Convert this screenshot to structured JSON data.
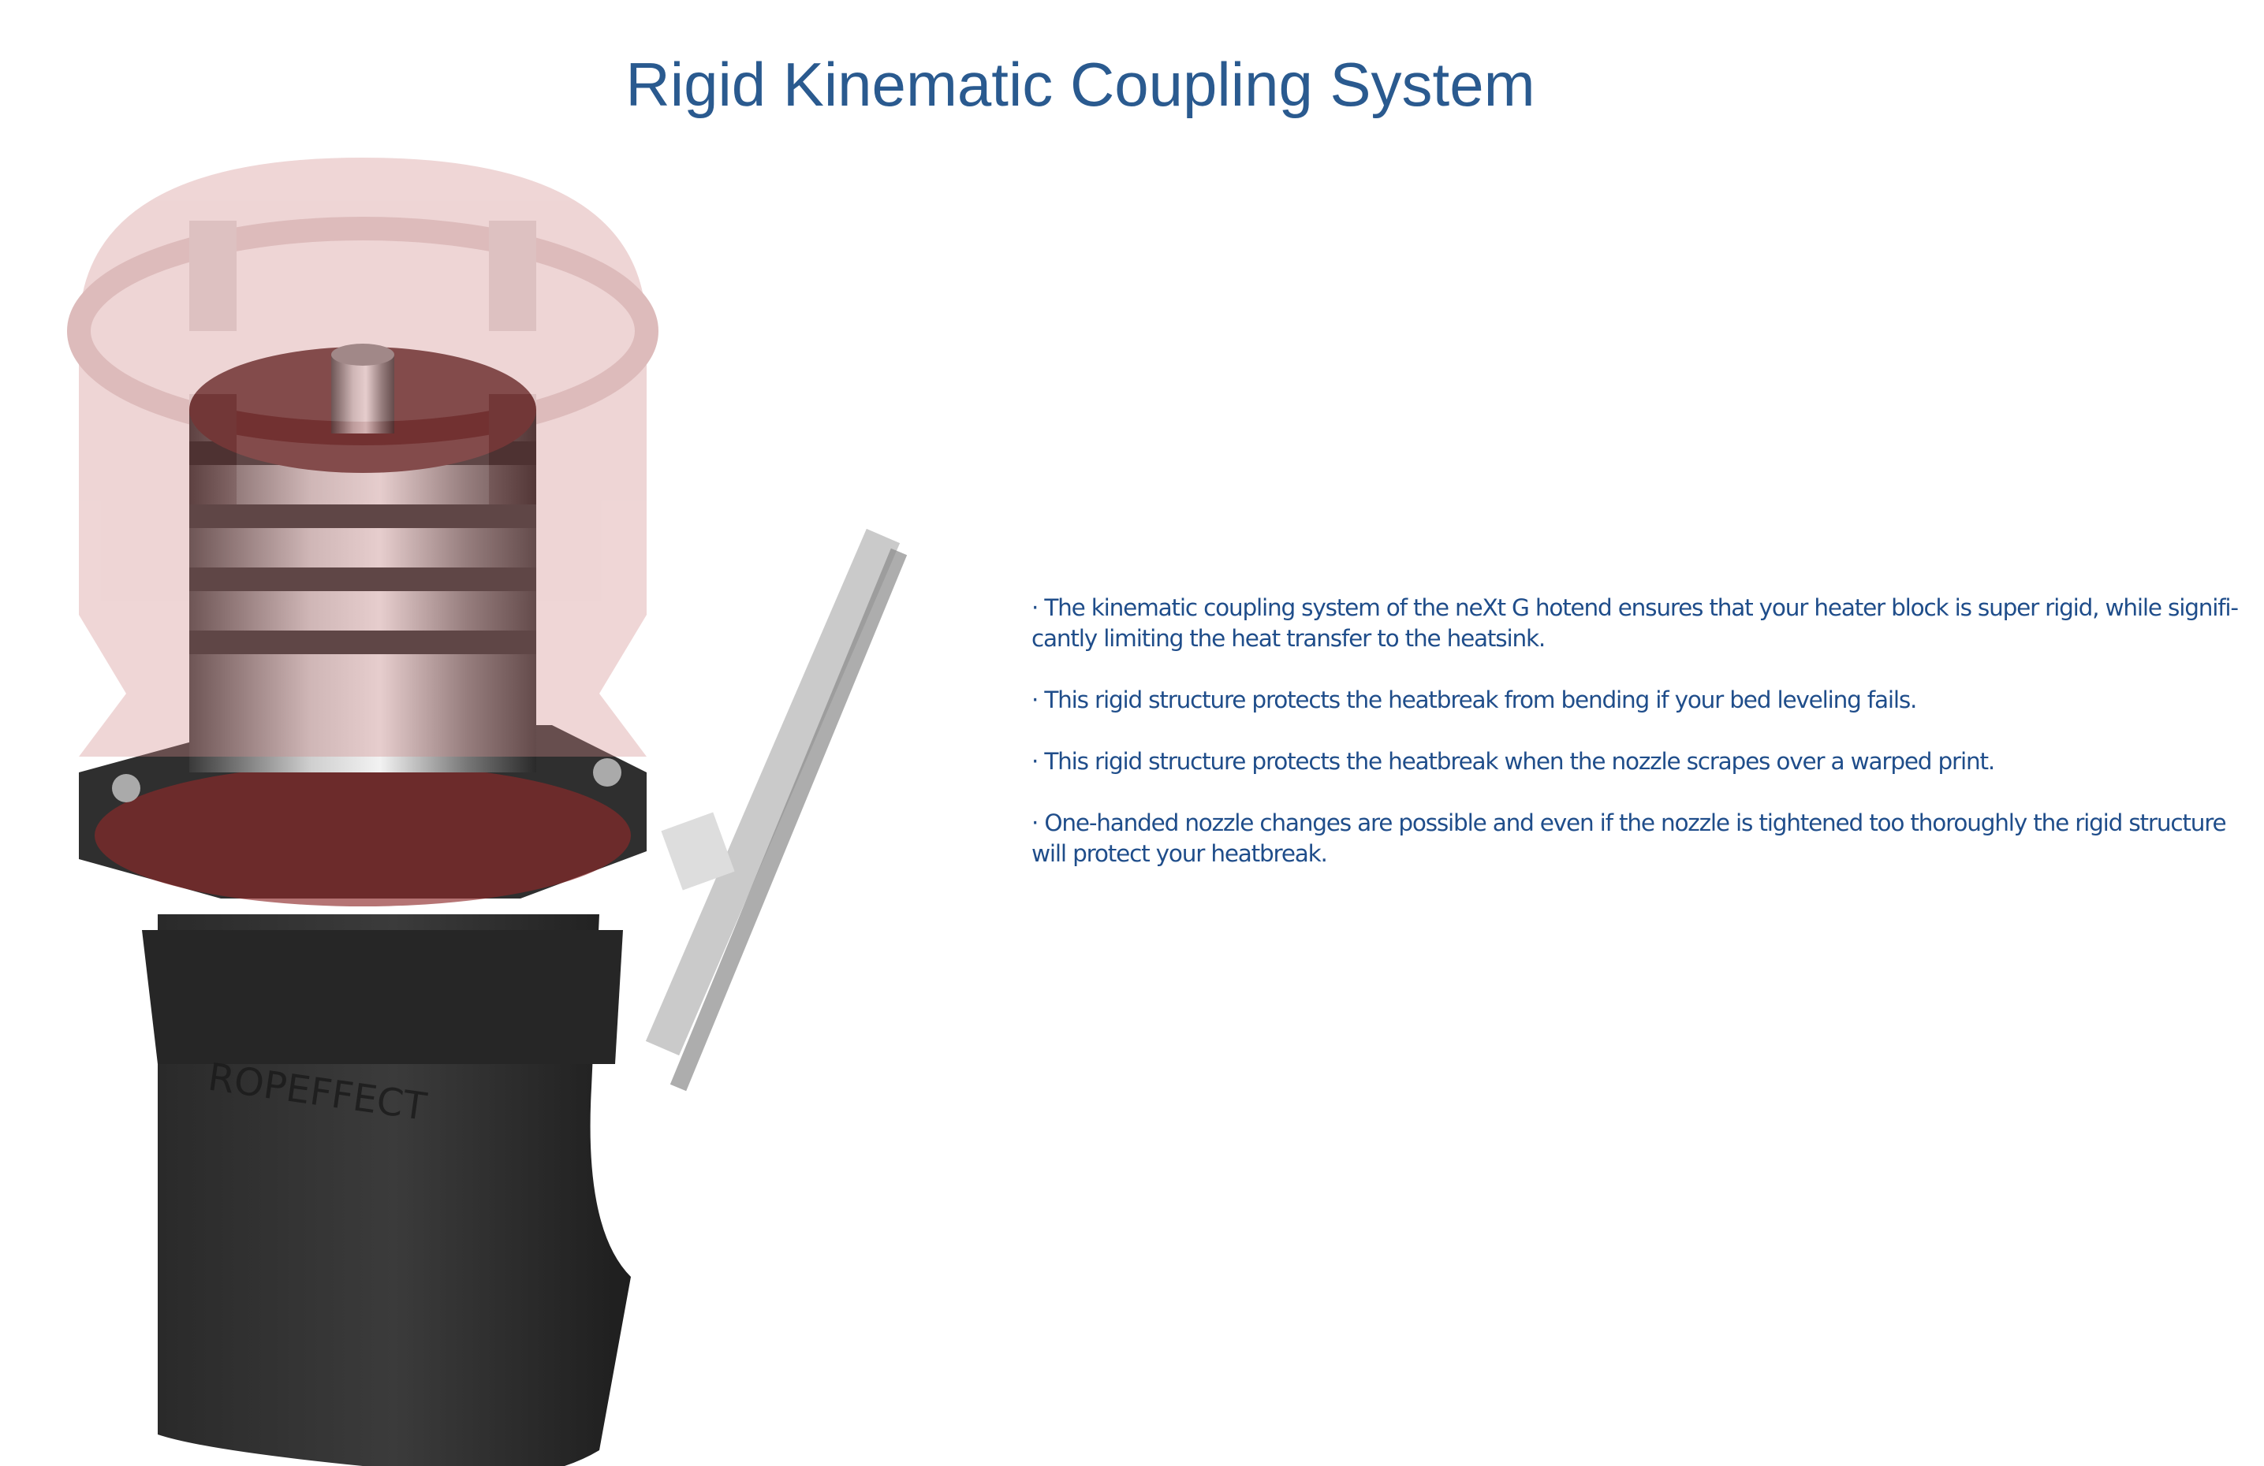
{
  "title": "Rigid Kinematic Coupling System",
  "bullets": [
    "· The kinematic coupling system of the neXt G hotend ensures that your heater block is super rigid, while signifi-cantly limiting the heat transfer to the heatsink.",
    "· This rigid structure protects the heatbreak from bending if your bed leveling fails.",
    "· This rigid structure protects the heatbreak when the nozzle scrapes over a warped print.",
    "· One-handed nozzle changes are possible and even if the nozzle is tightened too thoroughly the rigid structure will protect your heatbreak."
  ],
  "colors": {
    "title": "#2a5a8f",
    "text": "#1f4d8a",
    "accent_red": "#b23a3a"
  }
}
